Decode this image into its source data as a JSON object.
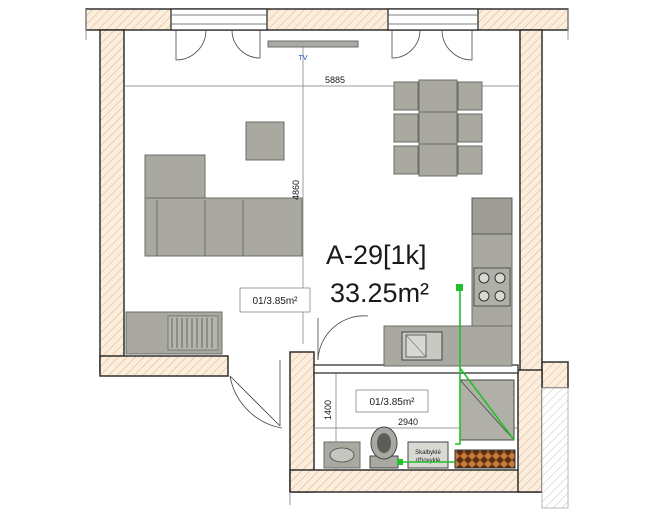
{
  "plan": {
    "title": "A-29[1k]",
    "area": "33.25m²",
    "rooms": [
      {
        "label": "01/3.85m²"
      },
      {
        "label": "01/3.85m²"
      }
    ],
    "dimensions": {
      "width_main": "5885",
      "height_main": "4860",
      "width_bath": "2940",
      "height_bath": "1400"
    },
    "tv_label": "TV",
    "appliance_label_1": "Skalbyklė",
    "appliance_label_2": "džiovyklė"
  },
  "colors": {
    "wall_fill": "#fbeedd",
    "furniture": "#a9a9a1",
    "utility_line": "#22c02a",
    "tv_label": "#1e4fd0"
  }
}
